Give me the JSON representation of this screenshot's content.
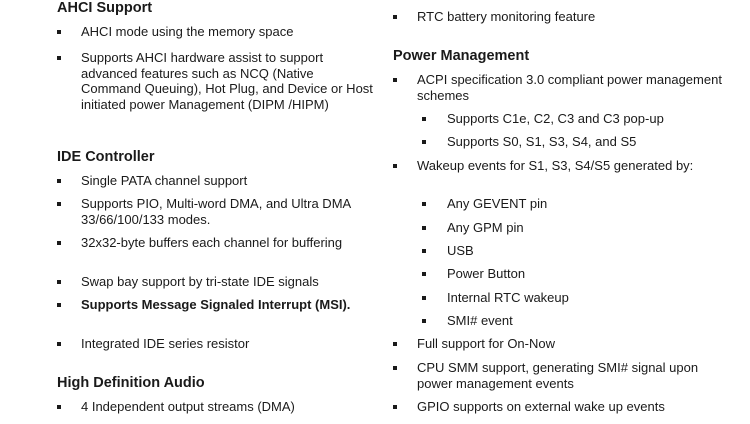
{
  "left": {
    "ahci": {
      "title": "AHCI Support",
      "items": [
        "AHCI mode using the memory space",
        "Supports AHCI hardware assist to support advanced features such as NCQ (Native Command Queuing), Hot Plug, and Device or Host initiated power Management (DIPM /HIPM)"
      ]
    },
    "ide": {
      "title": "IDE Controller",
      "items": [
        "Single PATA channel support",
        "Supports PIO, Multi-word DMA, and Ultra DMA 33/66/100/133 modes.",
        "32x32-byte buffers each channel for buffering",
        "Swap bay support by tri-state IDE signals",
        "Supports Message Signaled Interrupt (MSI).",
        "Integrated IDE series resistor"
      ]
    },
    "hda": {
      "title": "High Definition Audio",
      "items": [
        "4 Independent output streams (DMA)"
      ]
    }
  },
  "right": {
    "top_items": [
      "RTC battery monitoring feature"
    ],
    "power": {
      "title": "Power Management",
      "acpi": "ACPI specification 3.0 compliant power management schemes",
      "acpi_sub": [
        "Supports C1e, C2, C3 and C3 pop-up",
        "Supports S0, S1, S3, S4, and S5"
      ],
      "wakeup": "Wakeup events for S1, S3, S4/S5 generated by:",
      "wakeup_sub": [
        "Any GEVENT pin",
        "Any GPM pin",
        "USB",
        "Power Button",
        "Internal RTC wakeup",
        "SMI# event"
      ],
      "more": [
        "Full support for On-Now",
        "CPU SMM support, generating SMI# signal upon power management events",
        "GPIO supports on external wake up events"
      ]
    }
  }
}
